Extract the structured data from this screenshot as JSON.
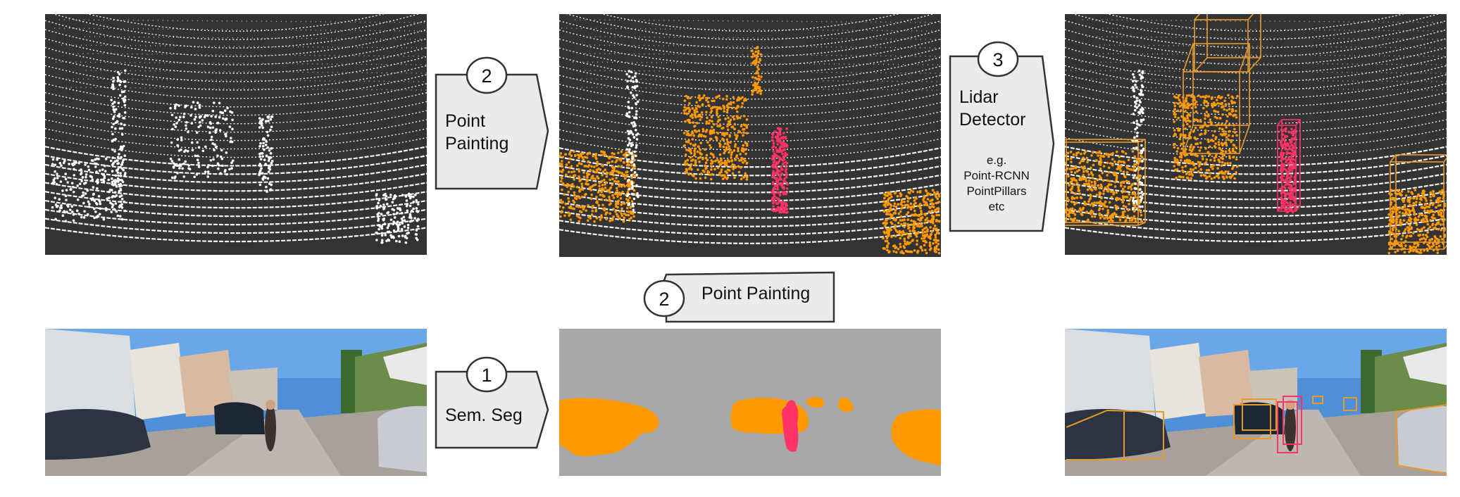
{
  "colors": {
    "lidar_bg": "#333333",
    "lidar_point": "#ffffff",
    "car_class": "#ff9900",
    "pedestrian_class": "#ff3366",
    "background_class": "#a8a8a8",
    "box_fill": "#ebebeb",
    "box_stroke": "#333333"
  },
  "steps": {
    "painting_top": {
      "number": "2",
      "line1": "Point",
      "line2": "Painting"
    },
    "detector": {
      "number": "3",
      "line1": "Lidar",
      "line2": "Detector",
      "examples": [
        "e.g.",
        "Point-RCNN",
        "PointPillars",
        "etc"
      ]
    },
    "painting_middle": {
      "number": "2",
      "label": "Point Painting"
    },
    "segmentation": {
      "number": "1",
      "label": "Sem. Seg"
    }
  },
  "icons": {
    "lidar": "point-cloud",
    "street": "camera-image",
    "segmentation": "segmentation-mask"
  }
}
